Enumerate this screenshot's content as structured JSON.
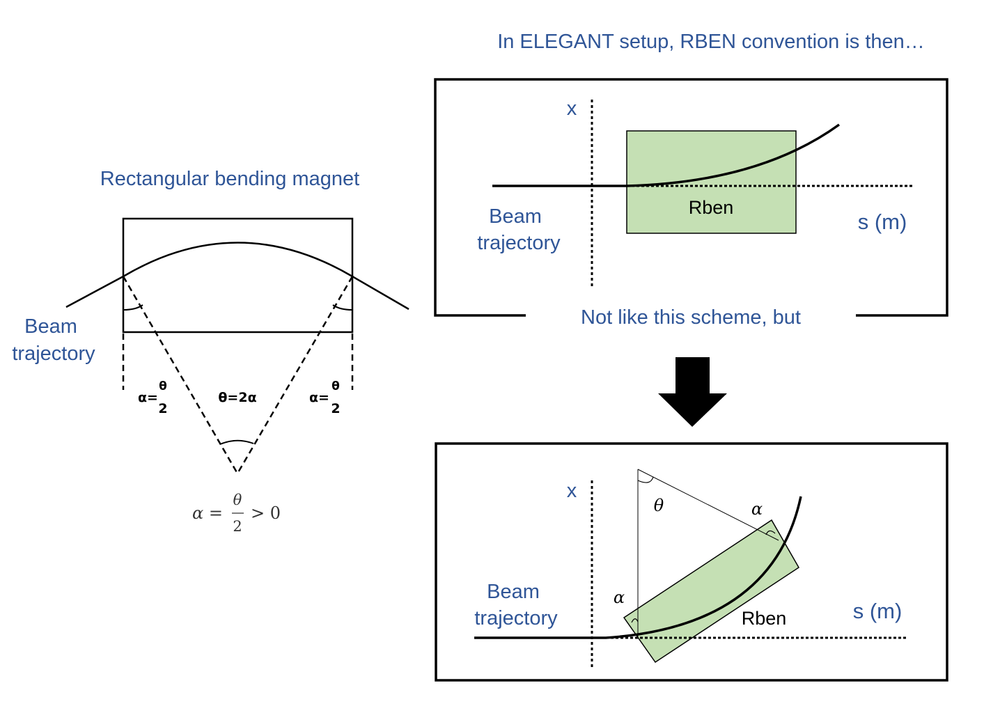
{
  "left_diagram": {
    "title": "Rectangular bending magnet",
    "beam_label_line1": "Beam",
    "beam_label_line2": "trajectory",
    "edge_angle_left": {
      "lhs": "α=",
      "num": "θ",
      "den": "2"
    },
    "center_angle": "θ=2α",
    "edge_angle_right": {
      "lhs": "α=",
      "num": "θ",
      "den": "2"
    },
    "formula": {
      "lhs": "α =",
      "num": "θ",
      "den": "2",
      "rhs": "> 0"
    }
  },
  "top_panel": {
    "heading": "In ELEGANT setup, RBEN convention is then…",
    "axis_x_label": "x",
    "axis_s_label": "s (m)",
    "beam_label_line1": "Beam",
    "beam_label_line2": "trajectory",
    "magnet_label": "Rben",
    "caption": "Not like this scheme, but"
  },
  "arrow": {
    "icon": "down-arrow-icon"
  },
  "bottom_panel": {
    "axis_x_label": "x",
    "axis_s_label": "s (m)",
    "beam_label_line1": "Beam",
    "beam_label_line2": "trajectory",
    "magnet_label": "Rben",
    "theta_label": "θ",
    "alpha_top_label": "α",
    "alpha_left_label": "α"
  },
  "colors": {
    "label_blue": "#2f5597",
    "magnet_fill": "#c5e0b4",
    "line": "#000000"
  }
}
